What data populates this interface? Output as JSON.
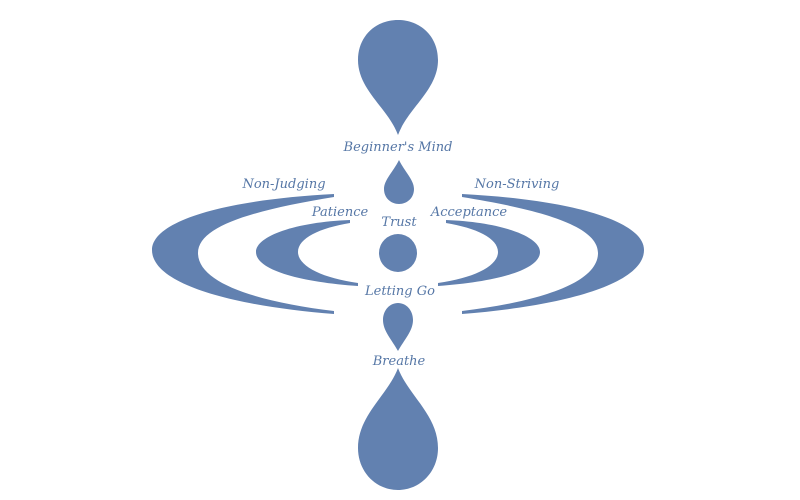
{
  "colors": {
    "shape": "#6281b0",
    "text": "#5677a6",
    "background": "#ffffff"
  },
  "labels": {
    "beginners_mind": "Beginner's Mind",
    "non_judging": "Non-Judging",
    "non_striving": "Non-Striving",
    "patience": "Patience",
    "trust": "Trust",
    "acceptance": "Acceptance",
    "letting_go": "Letting Go",
    "breathe": "Breathe"
  }
}
